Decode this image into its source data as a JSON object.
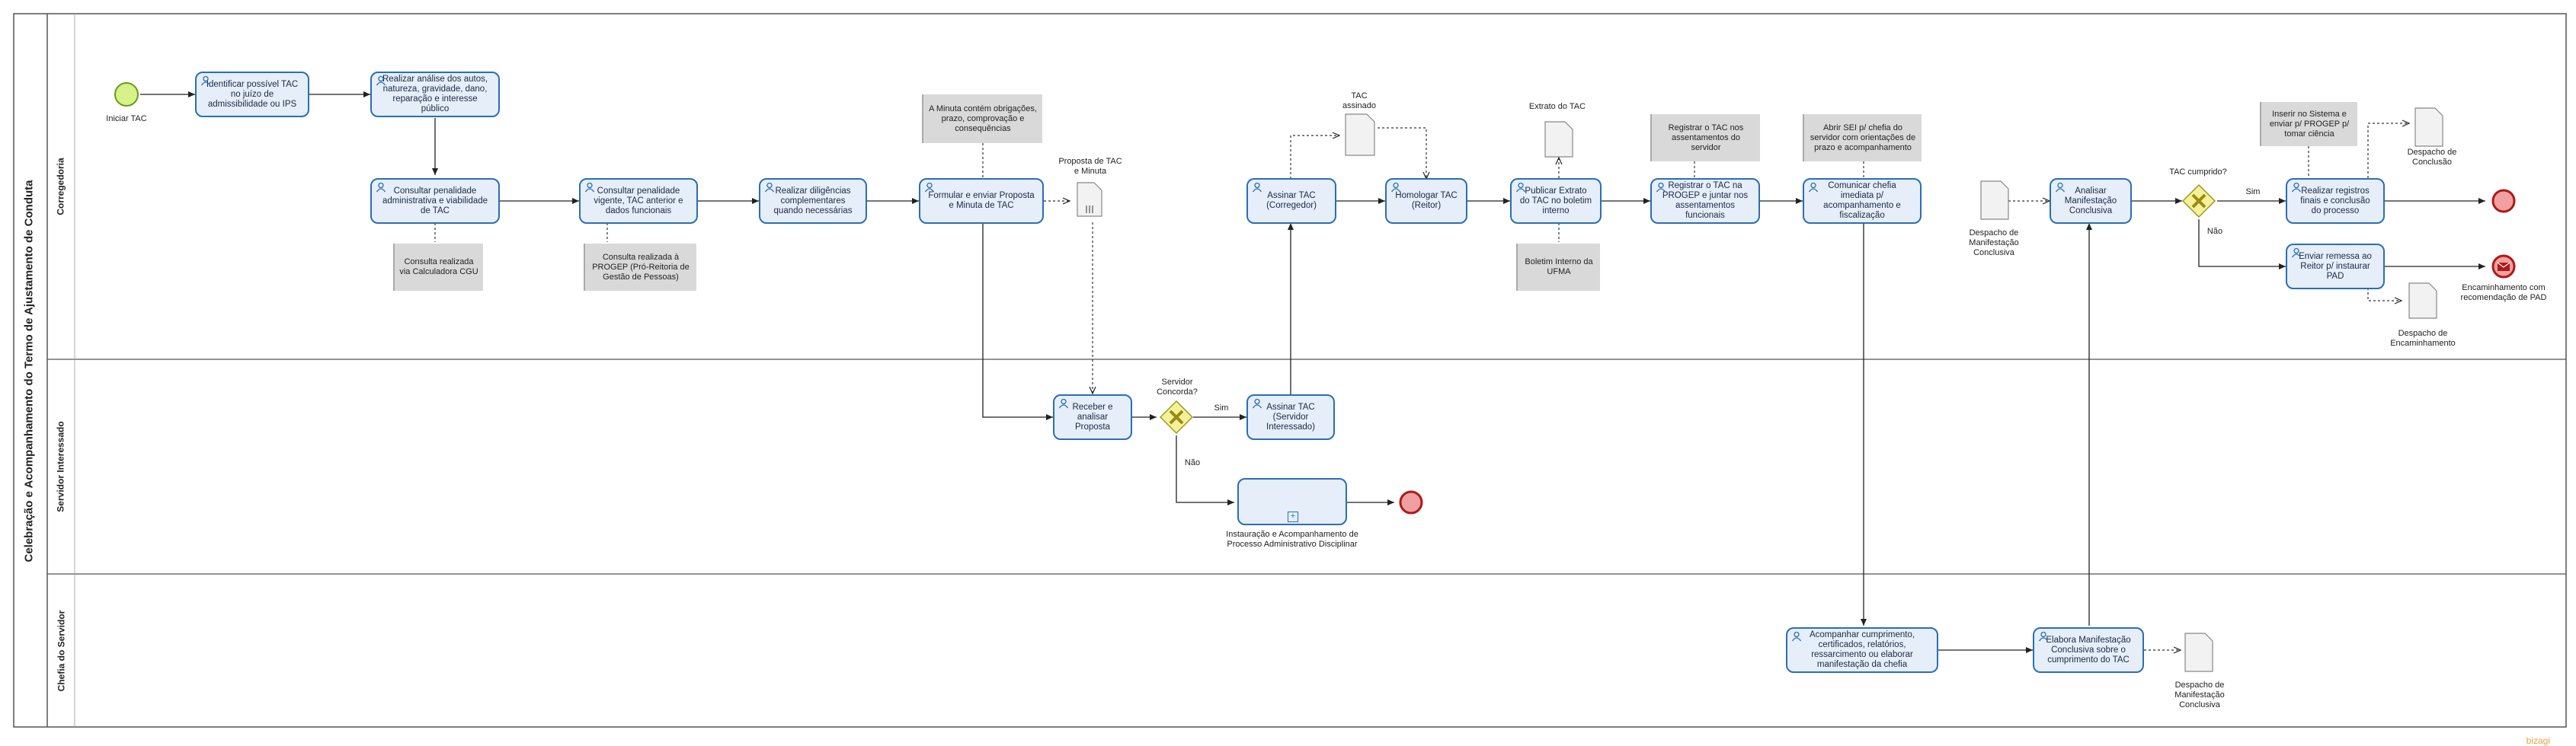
{
  "pool": {
    "title": "Celebração e Acompanhamento do Termo de Ajustamento de Conduta"
  },
  "lanes": {
    "corregedoria": "Corregedoria",
    "servidor": "Servidor Interessado",
    "chefia": "Chefia do Servidor"
  },
  "events": {
    "start": "Iniciar TAC",
    "end_pad": "Encaminhamento com recomendação de PAD"
  },
  "tasks": {
    "t1": "Identificar possível TAC no juízo de admissibilidade ou IPS",
    "t2": "Realizar análise dos autos, natureza, gravidade, dano, reparação e interesse público",
    "t3": "Consultar penalidade administrativa e viabilidade de TAC",
    "t4": "Consultar penalidade vigente, TAC anterior e dados funcionais",
    "t5": "Realizar diligências complementares quando necessárias",
    "t6": "Formular e enviar Proposta e Minuta de TAC",
    "t7": "Assinar TAC (Corregedor)",
    "t8": "Homologar TAC (Reitor)",
    "t9": "Publicar Extrato do TAC no boletim interno",
    "t10": "Registrar o TAC na PROGEP e juntar nos assentamentos funcionais",
    "t11": "Comunicar chefia imediata p/ acompanhamento e fiscalização",
    "t12": "Analisar Manifestação Conclusiva",
    "t13": "Realizar registros finais e conclusão do processo",
    "t14": "Enviar remessa ao Reitor p/ instaurar PAD",
    "t15": "Receber e analisar Proposta",
    "t16": "Assinar TAC (Servidor Interessado)",
    "t17": "Instauração e Acompanhamento de Processo Administrativo Disciplinar",
    "t18": "Acompanhar cumprimento, certificados, relatórios, ressarcimento ou elaborar manifestação da chefia",
    "t19": "Elabora Manifestação Conclusiva sobre o cumprimento do TAC"
  },
  "notes": {
    "n1": "Consulta realizada via Calculadora CGU",
    "n2": "Consulta realizada à PROGEP (Pró-Reitoria de Gestão de Pessoas)",
    "n3": "A Minuta contém obrigações, prazo, comprovação e consequências",
    "n4": "Boletim Interno da UFMA",
    "n5": "Registrar o TAC nos assentamentos do servidor",
    "n6": "Abrir SEI p/ chefia do servidor com orientações de prazo e acompanhamento",
    "n7": "Inserir no Sistema e enviar p/ PROGEP p/ tomar ciência"
  },
  "docs": {
    "d1": "Proposta de TAC e Minuta",
    "d2": "TAC assinado",
    "d3": "Extrato do TAC",
    "d4": "Despacho de Manifestação Conclusiva",
    "d5": "Despacho de Conclusão",
    "d6": "Despacho de Encaminhamento",
    "d7": "Despacho de Manifestação Conclusiva"
  },
  "gateways": {
    "g1": "Servidor Concorda?",
    "g2": "TAC cumprido?"
  },
  "flows": {
    "sim1": "Sim",
    "nao1": "Não",
    "sim2": "Sim",
    "nao2": "Não"
  },
  "brand": "bizagi"
}
